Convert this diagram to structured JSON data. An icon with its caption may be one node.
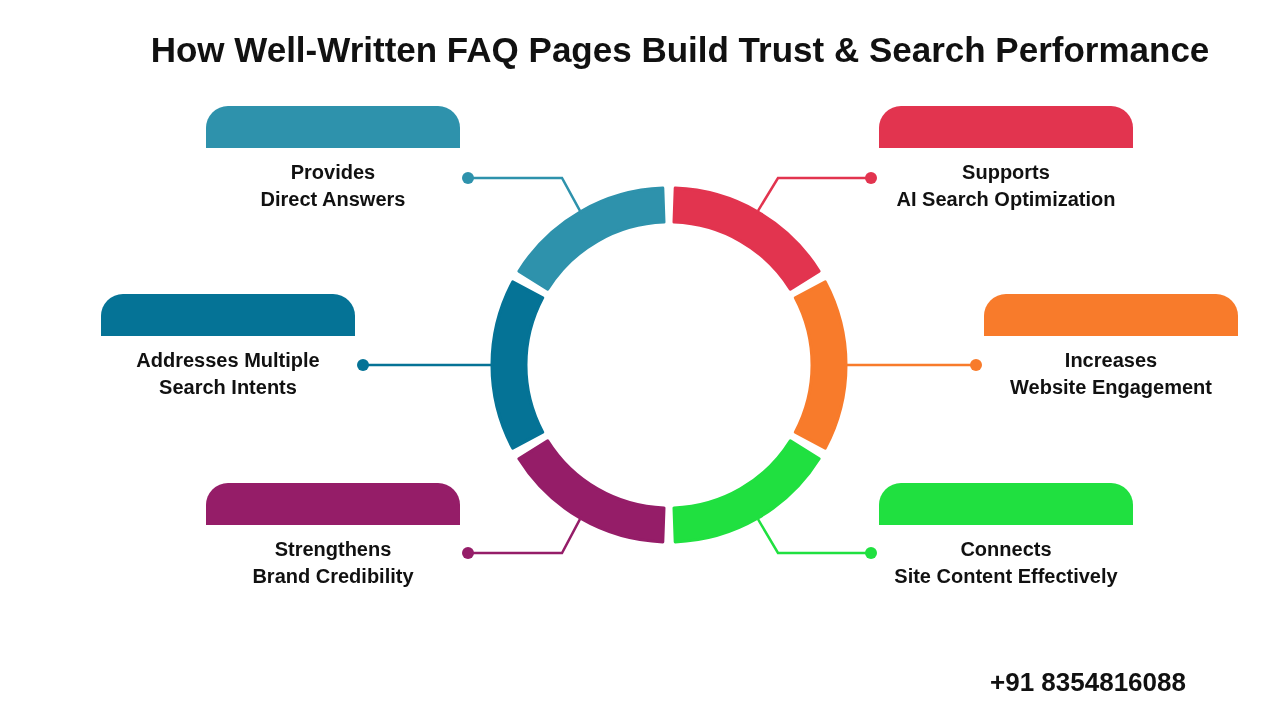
{
  "diagram": {
    "title": "How Well-Written FAQ Pages Build Trust & Search Performance",
    "nodes": [
      {
        "text": [
          "Provides Direct Answers"
        ]
      },
      {
        "text": [
          "Supports AI Search Optimization"
        ]
      },
      {
        "text": [
          "Addresses Multiple Search Intents"
        ]
      },
      {
        "text": [
          "Increases Website Engagement"
        ]
      },
      {
        "text": [
          "Strengthens Brand Credibility"
        ]
      },
      {
        "text": [
          "Connects Site Content Effectively"
        ]
      },
      {
        "text": [],
        "shape": "arc"
      },
      {
        "text": [],
        "shape": "arc"
      },
      {
        "text": [],
        "shape": "arc"
      },
      {
        "text": [],
        "shape": "arc"
      },
      {
        "text": [],
        "shape": "arc"
      },
      {
        "text": [],
        "shape": "arc"
      }
    ],
    "edges": [
      {
        "from": 0,
        "to": 6,
        "arrow": "other",
        "color": "#2e92ac"
      },
      {
        "from": 1,
        "to": 7,
        "arrow": "other",
        "color": "#e2344f"
      },
      {
        "from": 2,
        "to": 8,
        "arrow": "other",
        "color": "#057396"
      },
      {
        "from": 3,
        "to": 9,
        "arrow": "other",
        "color": "#f87b2b"
      },
      {
        "from": 4,
        "to": 10,
        "arrow": "other",
        "color": "#951d68"
      },
      {
        "from": 5,
        "to": 11,
        "arrow": "other",
        "color": "#20e040"
      }
    ],
    "labels": [
      "+91 8354816088"
    ]
  }
}
